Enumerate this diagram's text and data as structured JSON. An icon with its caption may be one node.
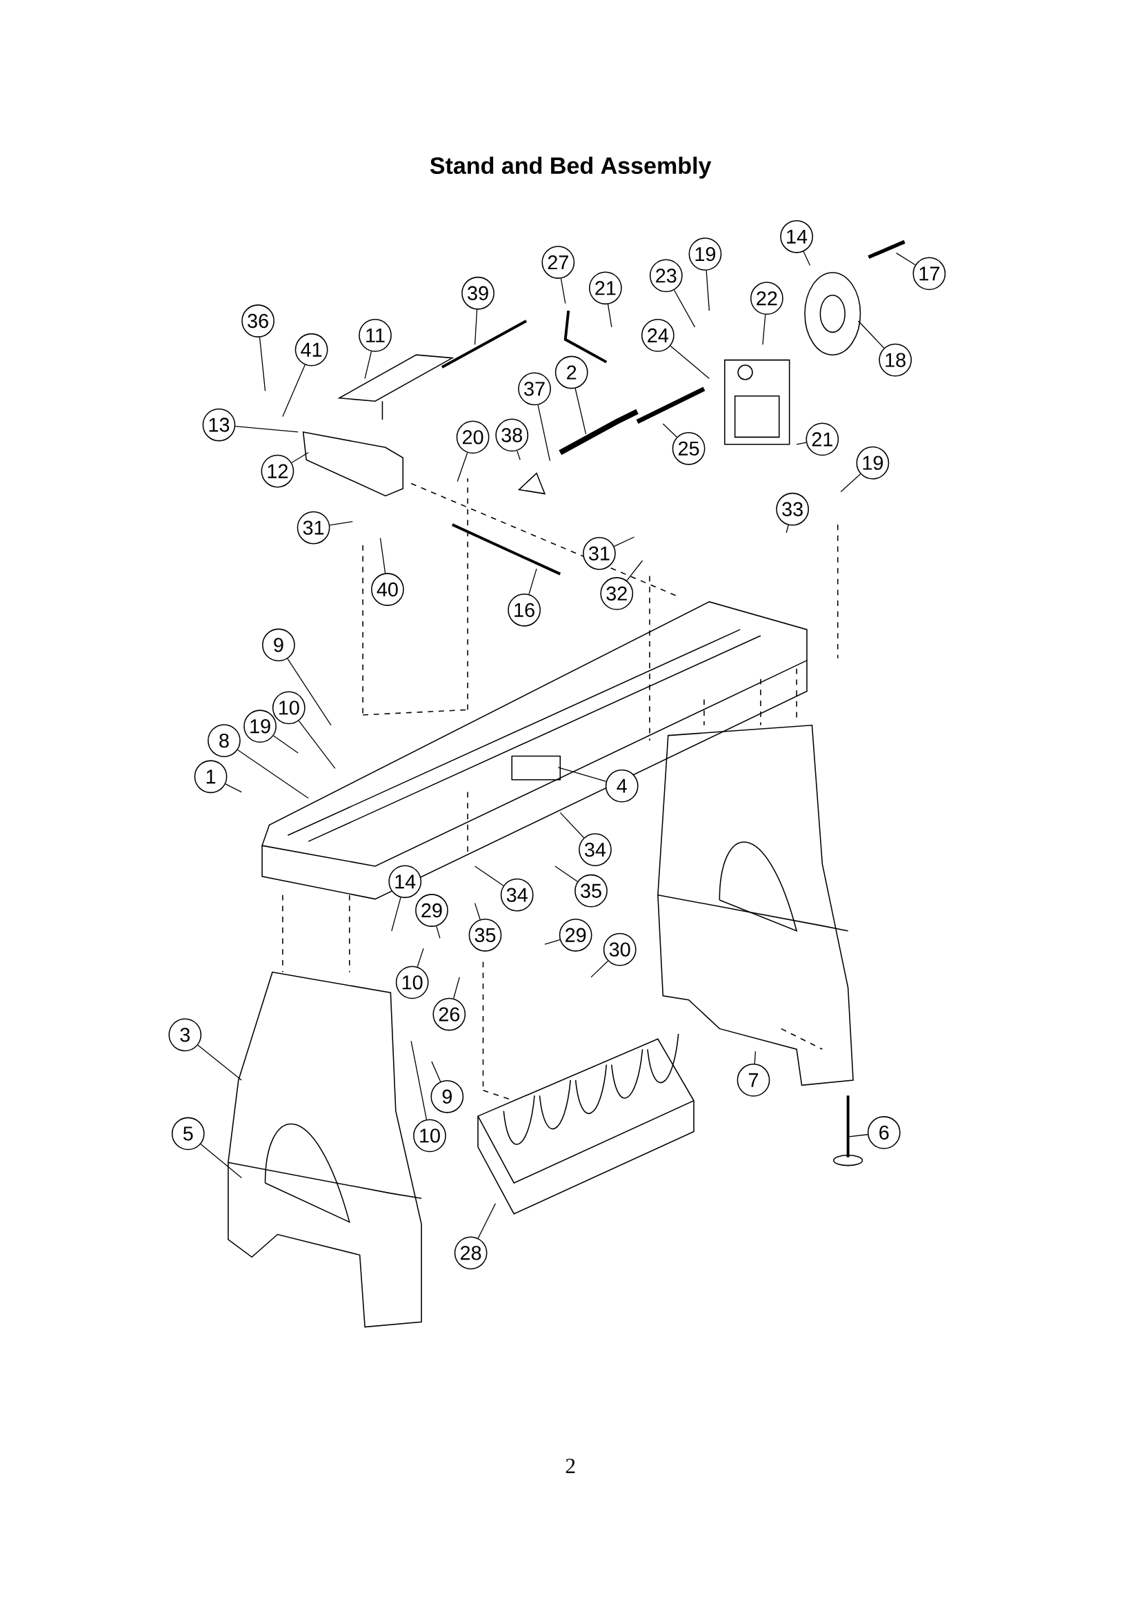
{
  "diagram": {
    "title": "Stand and Bed Assembly",
    "nodes": [
      {
        "text": [
          "36"
        ]
      },
      {
        "text": [
          "41"
        ]
      },
      {
        "text": [
          "11"
        ]
      },
      {
        "text": [
          "39"
        ]
      },
      {
        "text": [
          "13"
        ]
      },
      {
        "text": [
          "12"
        ]
      },
      {
        "text": [
          "20"
        ]
      },
      {
        "text": [
          "38"
        ]
      },
      {
        "text": [
          "37"
        ]
      },
      {
        "text": [
          "2"
        ]
      },
      {
        "text": [
          "27"
        ]
      },
      {
        "text": [
          "21"
        ]
      },
      {
        "text": [
          "23"
        ]
      },
      {
        "text": [
          "19"
        ]
      },
      {
        "text": [
          "22"
        ]
      },
      {
        "text": [
          "14"
        ]
      },
      {
        "text": [
          "17"
        ]
      },
      {
        "text": [
          "18"
        ]
      },
      {
        "text": [
          "24"
        ]
      },
      {
        "text": [
          "25"
        ]
      },
      {
        "text": [
          "21"
        ]
      },
      {
        "text": [
          "19"
        ]
      },
      {
        "text": [
          "33"
        ]
      },
      {
        "text": [
          "31"
        ]
      },
      {
        "text": [
          "40"
        ]
      },
      {
        "text": [
          "31"
        ]
      },
      {
        "text": [
          "32"
        ]
      },
      {
        "text": [
          "16"
        ]
      },
      {
        "text": [
          "9"
        ]
      },
      {
        "text": [
          "10"
        ]
      },
      {
        "text": [
          "19"
        ]
      },
      {
        "text": [
          "8"
        ]
      },
      {
        "text": [
          "1"
        ]
      },
      {
        "text": [
          "4"
        ]
      },
      {
        "text": [
          "34"
        ]
      },
      {
        "text": [
          "35"
        ]
      },
      {
        "text": [
          "34"
        ]
      },
      {
        "text": [
          "35"
        ]
      },
      {
        "text": [
          "14"
        ]
      },
      {
        "text": [
          "29"
        ]
      },
      {
        "text": [
          "29"
        ]
      },
      {
        "text": [
          "30"
        ]
      },
      {
        "text": [
          "10"
        ]
      },
      {
        "text": [
          "26"
        ]
      },
      {
        "text": [
          "3"
        ]
      },
      {
        "text": [
          "9"
        ]
      },
      {
        "text": [
          "10"
        ]
      },
      {
        "text": [
          "7"
        ]
      },
      {
        "text": [
          "6"
        ]
      },
      {
        "text": [
          "5"
        ]
      },
      {
        "text": [
          "28"
        ]
      }
    ],
    "edges": [
      {
        "from": 0,
        "to": null,
        "arrow": "none"
      },
      {
        "from": 1,
        "to": null,
        "arrow": "none"
      },
      {
        "from": 2,
        "to": null,
        "arrow": "none"
      },
      {
        "from": 3,
        "to": null,
        "arrow": "none"
      },
      {
        "from": 4,
        "to": null,
        "arrow": "none"
      },
      {
        "from": 5,
        "to": null,
        "arrow": "none"
      },
      {
        "from": 6,
        "to": null,
        "arrow": "none"
      },
      {
        "from": 7,
        "to": null,
        "arrow": "none"
      },
      {
        "from": 8,
        "to": null,
        "arrow": "none"
      },
      {
        "from": 9,
        "to": null,
        "arrow": "none"
      },
      {
        "from": 10,
        "to": null,
        "arrow": "none"
      },
      {
        "from": 11,
        "to": null,
        "arrow": "none"
      },
      {
        "from": 12,
        "to": null,
        "arrow": "none"
      },
      {
        "from": 13,
        "to": null,
        "arrow": "none"
      },
      {
        "from": 14,
        "to": null,
        "arrow": "none"
      },
      {
        "from": 15,
        "to": null,
        "arrow": "none"
      },
      {
        "from": 16,
        "to": null,
        "arrow": "none"
      },
      {
        "from": 17,
        "to": null,
        "arrow": "none"
      },
      {
        "from": 18,
        "to": null,
        "arrow": "none"
      },
      {
        "from": 19,
        "to": null,
        "arrow": "none"
      },
      {
        "from": 20,
        "to": null,
        "arrow": "none"
      },
      {
        "from": 21,
        "to": null,
        "arrow": "none"
      },
      {
        "from": 22,
        "to": null,
        "arrow": "none"
      },
      {
        "from": 23,
        "to": null,
        "arrow": "none"
      },
      {
        "from": 24,
        "to": null,
        "arrow": "none"
      },
      {
        "from": 25,
        "to": null,
        "arrow": "none"
      },
      {
        "from": 26,
        "to": null,
        "arrow": "none"
      },
      {
        "from": 27,
        "to": null,
        "arrow": "none"
      },
      {
        "from": 28,
        "to": null,
        "arrow": "none"
      },
      {
        "from": 29,
        "to": null,
        "arrow": "none"
      },
      {
        "from": 30,
        "to": null,
        "arrow": "none"
      },
      {
        "from": 31,
        "to": null,
        "arrow": "none"
      },
      {
        "from": 32,
        "to": null,
        "arrow": "none"
      },
      {
        "from": 33,
        "to": null,
        "arrow": "none"
      },
      {
        "from": 34,
        "to": null,
        "arrow": "none"
      },
      {
        "from": 35,
        "to": null,
        "arrow": "none"
      },
      {
        "from": 36,
        "to": null,
        "arrow": "none"
      },
      {
        "from": 37,
        "to": null,
        "arrow": "none"
      },
      {
        "from": 38,
        "to": null,
        "arrow": "none"
      },
      {
        "from": 39,
        "to": null,
        "arrow": "none"
      },
      {
        "from": 40,
        "to": null,
        "arrow": "none"
      },
      {
        "from": 41,
        "to": null,
        "arrow": "none"
      },
      {
        "from": 42,
        "to": null,
        "arrow": "none"
      },
      {
        "from": 43,
        "to": null,
        "arrow": "none"
      },
      {
        "from": 44,
        "to": null,
        "arrow": "none"
      },
      {
        "from": 45,
        "to": null,
        "arrow": "none"
      },
      {
        "from": 46,
        "to": null,
        "arrow": "none"
      },
      {
        "from": 47,
        "to": null,
        "arrow": "none"
      },
      {
        "from": 48,
        "to": null,
        "arrow": "none"
      },
      {
        "from": 49,
        "to": null,
        "arrow": "none"
      },
      {
        "from": 50,
        "to": null,
        "arrow": "none"
      }
    ],
    "labels": [
      "2"
    ]
  }
}
